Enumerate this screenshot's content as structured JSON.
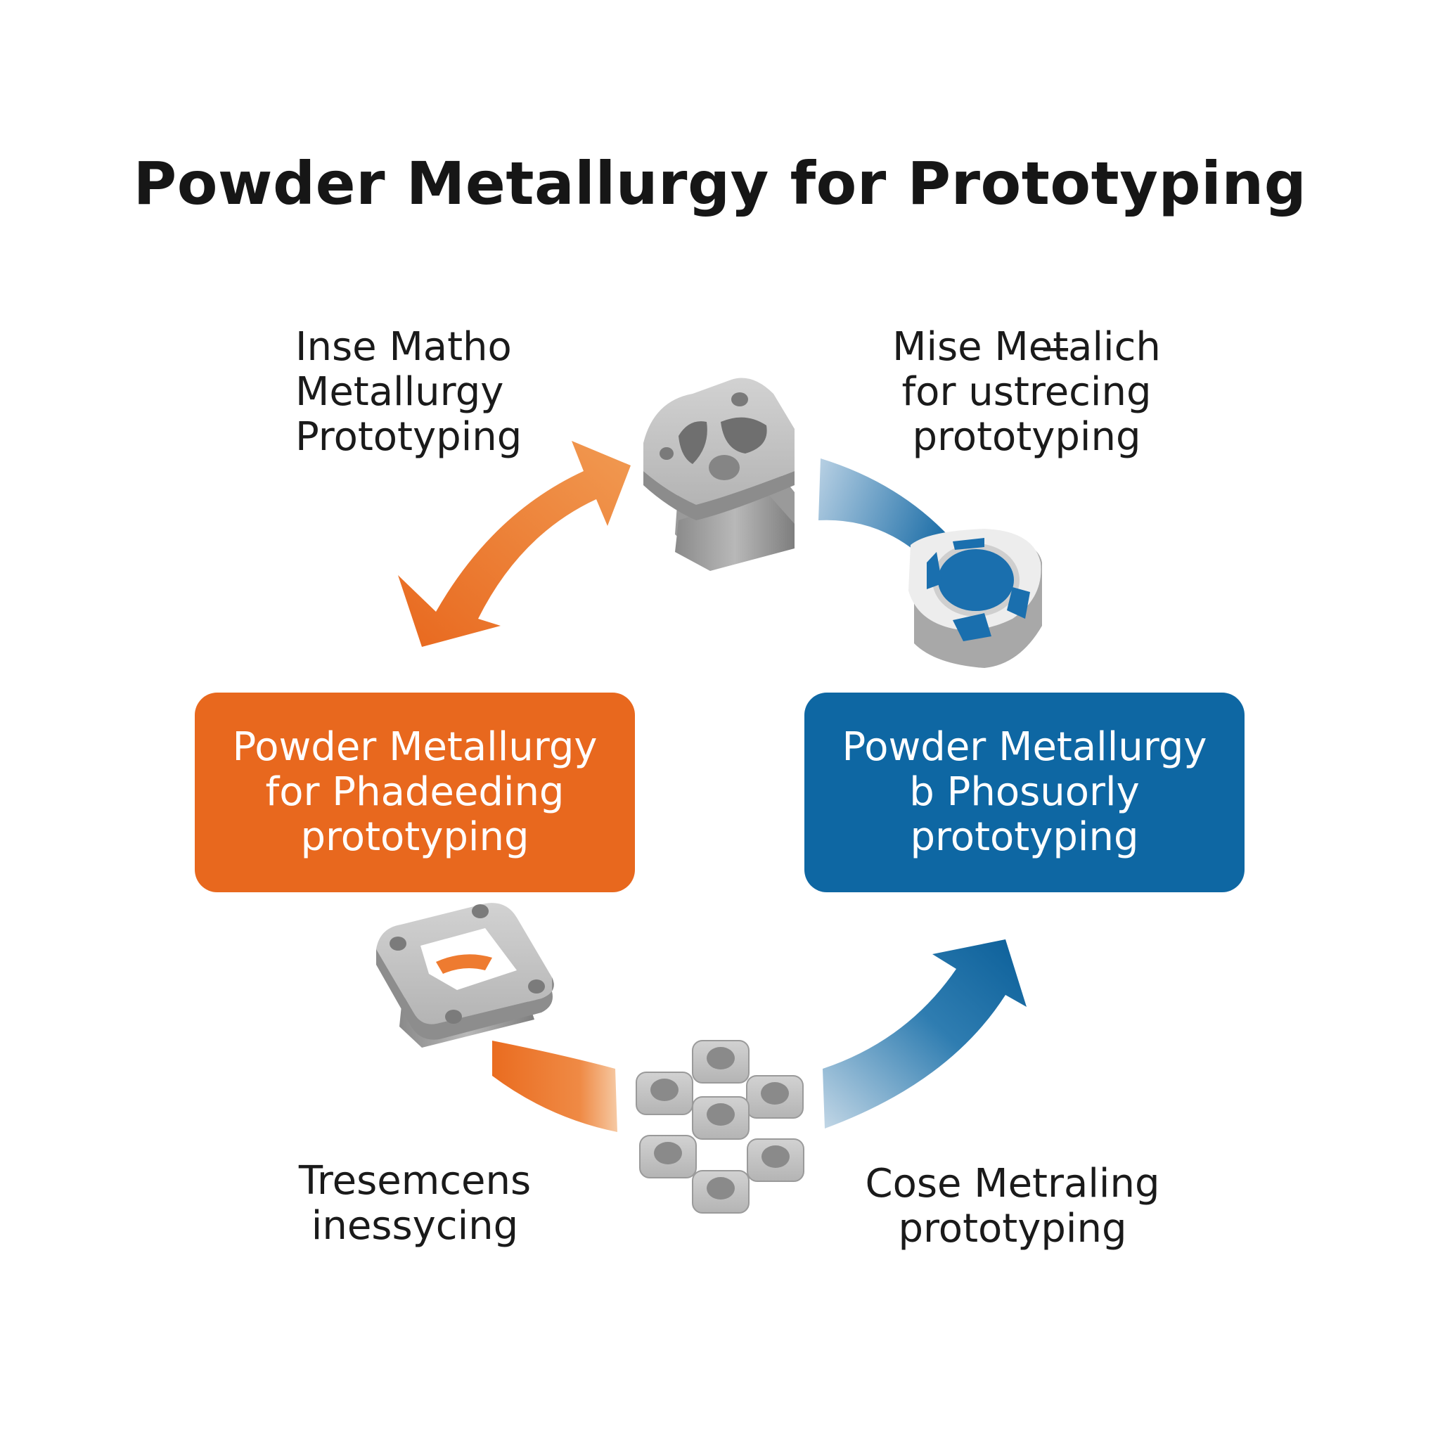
{
  "title": "Powder Metallurgy for Prototyping",
  "colors": {
    "orange": "#e8681e",
    "orange_light": "#f19a52",
    "blue": "#0e67a3",
    "blue_light": "#a9c8de",
    "text": "#1a1a1a",
    "metal": "#b8b8b8"
  },
  "captions": {
    "top_left": [
      "Inse Matho",
      "Metallurgy",
      "Prototyping"
    ],
    "top_right": [
      "Mise Met̶alich",
      "for ustrecing",
      "prototyping"
    ],
    "bottom_left": [
      "Tresemcens",
      "inessycing"
    ],
    "bottom_right": [
      "Cose Metraling",
      "prototyping"
    ]
  },
  "boxes": {
    "left": [
      "Powder Metallurgy",
      "for Phadeeding",
      "prototyping"
    ],
    "right": [
      "Powder Metallurgy",
      "b Phosuorly",
      "prototyping"
    ]
  },
  "icons": {
    "top_part": "stacked-metal-bracket-icon",
    "right_part": "gear-ring-part-icon",
    "left_part": "flange-plate-icon",
    "bottom_part": "sintered-blocks-icon",
    "orange_arrow": "double-headed-arrow-icon",
    "blue_arrow_top": "curved-arrow-band-icon",
    "blue_arrow_bottom": "curved-up-arrow-icon",
    "orange_band": "curved-band-icon"
  }
}
